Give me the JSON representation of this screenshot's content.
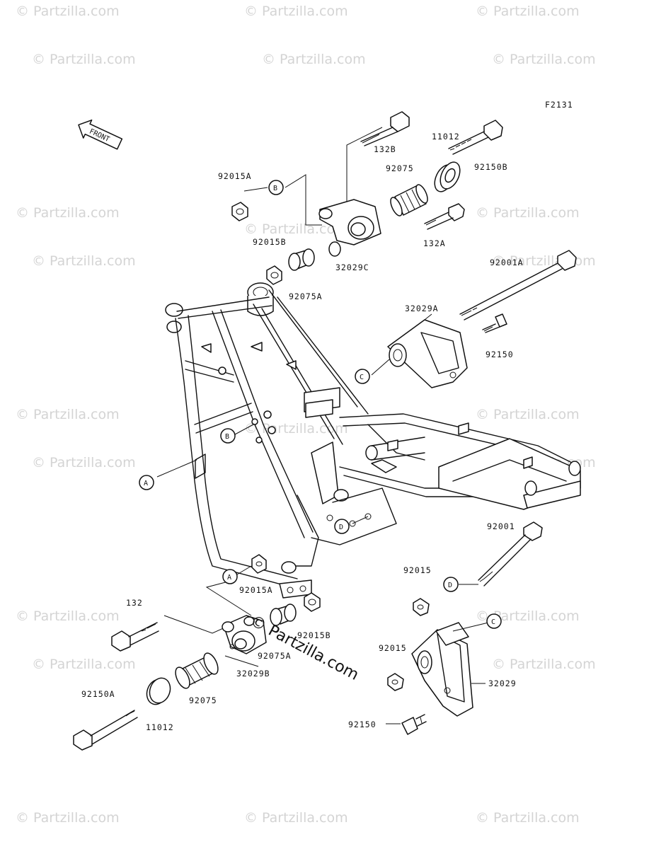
{
  "figure_id": "F2131",
  "front_label": "FRONT",
  "watermark": "© Partzilla.com",
  "center_watermark": "© Partzilla.com",
  "callouts": {
    "a": "A",
    "b": "B",
    "c": "C",
    "d": "D"
  },
  "labels": {
    "p132b": "132B",
    "p11012_top": "11012",
    "p92075_top": "92075",
    "p92150b": "92150B",
    "p92015a_top": "92015A",
    "p132a": "132A",
    "p92015b_top": "92015B",
    "p32029c": "32029C",
    "p92075a_top": "92075A",
    "p92001a": "92001A",
    "p32029a": "32029A",
    "p92150_mid": "92150",
    "p92001": "92001",
    "p92015_mid": "92015",
    "p92015a_bot": "92015A",
    "p132": "132",
    "p92015b_bot": "92015B",
    "p92075a_bot": "92075A",
    "p32029b": "32029B",
    "p92015_bot": "92015",
    "p32029": "32029",
    "p92150a": "92150A",
    "p92075_bot": "92075",
    "p11012_bot": "11012",
    "p92150_bot": "92150"
  }
}
